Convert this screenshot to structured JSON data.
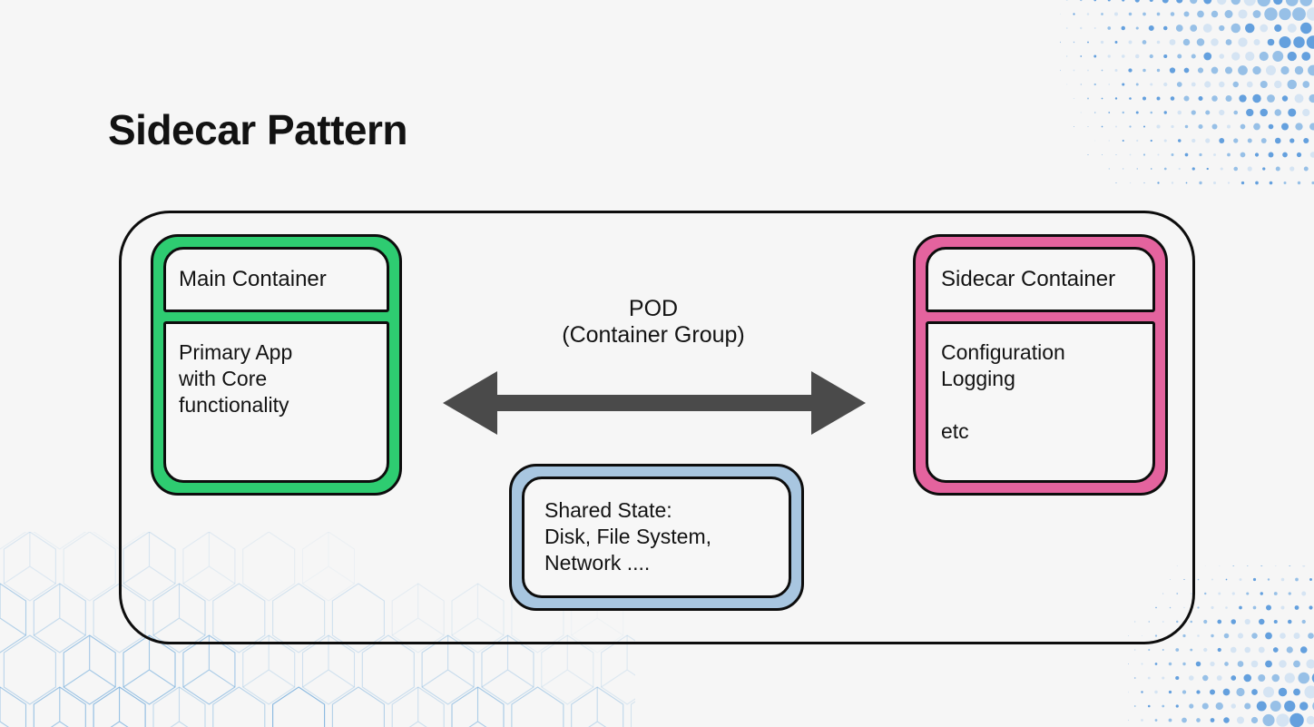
{
  "page": {
    "title": "Sidecar Pattern",
    "background_color": "#f6f6f6",
    "text_color": "#131313"
  },
  "pod": {
    "label_line1": "POD",
    "label_line2": "(Container Group)",
    "border_color": "#0d0d0d"
  },
  "arrow": {
    "name": "bidirectional-arrow",
    "color": "#4a4a4a",
    "direction": "both"
  },
  "main_container": {
    "accent_color": "#2ecc71",
    "header": "Main Container",
    "body_lines": [
      "Primary App",
      "with Core",
      "functionality"
    ]
  },
  "sidecar_container": {
    "accent_color": "#e4639e",
    "header": "Sidecar Container",
    "body_lines": [
      "Configuration",
      "Logging",
      "",
      "etc"
    ]
  },
  "shared_state": {
    "accent_color": "#a8c6e0",
    "lines": [
      "Shared State:",
      "Disk, File System,",
      "Network ...."
    ]
  },
  "decorations": {
    "dots_top_right": "halftone-dots-pattern",
    "dots_bottom_right": "halftone-dots-pattern",
    "cubes_bottom_left": "isometric-cube-lattice-pattern",
    "dot_color": "#5a9bd8",
    "line_color": "#7fb3de"
  }
}
